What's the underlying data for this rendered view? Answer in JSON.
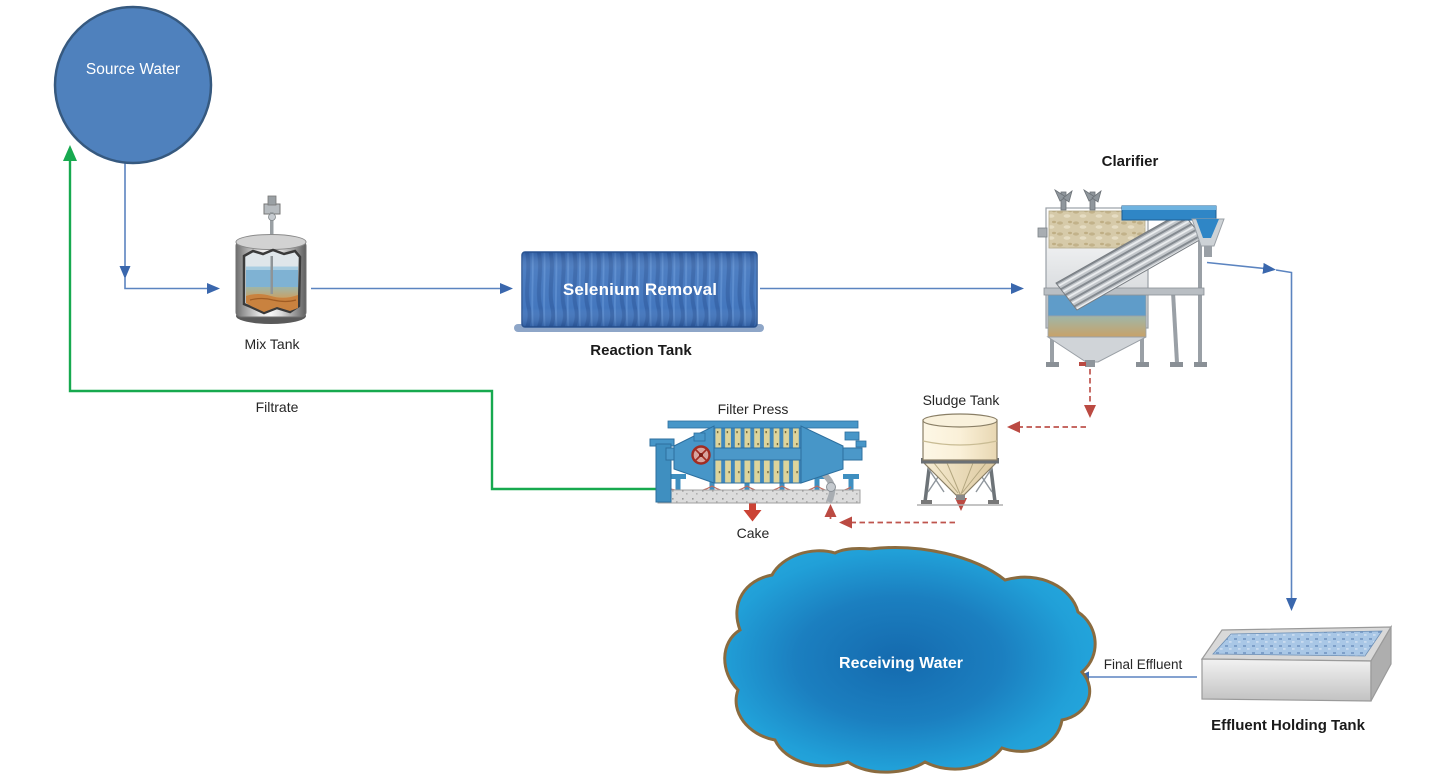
{
  "diagram": {
    "colors": {
      "process_line_blue": "#5b84c0",
      "arrowhead_blue": "#3a67ad",
      "filtrate_green": "#17a94f",
      "sludge_red_dashed": "#bb4a42",
      "source_node_fill": "#4f81bd",
      "source_node_border": "#36597f",
      "reaction_tank_blue": "#3a70bb",
      "receiving_water_blue": "#1f9ad6",
      "sludge_tank_cream": "#f6ecd2",
      "label_color": "#262626"
    },
    "nodes": [
      {
        "id": "source-water",
        "label": "Source Water",
        "shape": "circle"
      },
      {
        "id": "mix-tank",
        "label": "Mix Tank",
        "shape": "agitated-tank"
      },
      {
        "id": "reaction-tank",
        "label": "Reaction Tank",
        "inner_label": "Selenium Removal",
        "shape": "corrugated-container"
      },
      {
        "id": "clarifier",
        "label": "Clarifier",
        "shape": "inclined-plate-clarifier"
      },
      {
        "id": "sludge-tank",
        "label": "Sludge Tank",
        "shape": "cone-bottom-tank"
      },
      {
        "id": "filter-press",
        "label": "Filter Press",
        "shape": "plate-filter-press"
      },
      {
        "id": "effluent-holding-tank",
        "label": "Effluent Holding Tank",
        "shape": "open-basin"
      },
      {
        "id": "receiving-water",
        "label": "Receiving Water",
        "shape": "water-body"
      }
    ],
    "streams": [
      {
        "from": "source-water",
        "to": "mix-tank",
        "style": "solid",
        "color": "blue"
      },
      {
        "from": "mix-tank",
        "to": "reaction-tank",
        "style": "solid",
        "color": "blue"
      },
      {
        "from": "reaction-tank",
        "to": "clarifier",
        "style": "solid",
        "color": "blue"
      },
      {
        "from": "clarifier",
        "to": "effluent-holding-tank",
        "style": "solid",
        "color": "blue"
      },
      {
        "from": "effluent-holding-tank",
        "to": "receiving-water",
        "style": "solid",
        "color": "blue",
        "label": "Final Effluent"
      },
      {
        "from": "clarifier",
        "to": "sludge-tank",
        "style": "dashed",
        "color": "red"
      },
      {
        "from": "sludge-tank",
        "to": "filter-press",
        "style": "dashed",
        "color": "red"
      },
      {
        "from": "filter-press",
        "to": "cake-discharge",
        "style": "solid",
        "color": "red",
        "label": "Cake"
      },
      {
        "from": "filter-press",
        "to": "source-water",
        "style": "solid",
        "color": "green",
        "label": "Filtrate"
      }
    ]
  }
}
